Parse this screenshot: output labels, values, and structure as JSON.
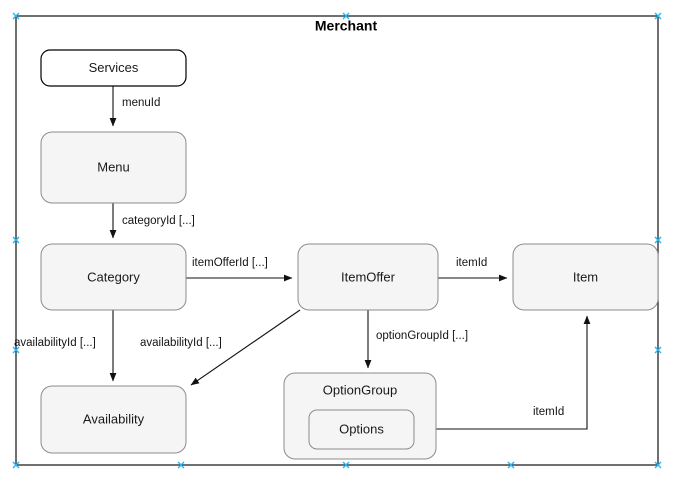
{
  "container": {
    "title": "Merchant",
    "frame_color": "#111111",
    "handle_color": "#29b6f6"
  },
  "theme": {
    "node_fill": "#f5f5f5",
    "node_stroke": "#8c8c8c",
    "root_node_fill": "#ffffff",
    "root_node_stroke": "#000000",
    "edge_color": "#111111",
    "text_color": "#1a1a1a",
    "background": "#ffffff"
  },
  "nodes": [
    {
      "id": "services",
      "label": "Services"
    },
    {
      "id": "menu",
      "label": "Menu"
    },
    {
      "id": "category",
      "label": "Category"
    },
    {
      "id": "availability",
      "label": "Availability"
    },
    {
      "id": "itemoffer",
      "label": "ItemOffer"
    },
    {
      "id": "item",
      "label": "Item"
    },
    {
      "id": "optiongroup",
      "label": "OptionGroup"
    },
    {
      "id": "options",
      "label": "Options"
    }
  ],
  "edges": [
    {
      "id": "e1",
      "from": "services",
      "to": "menu",
      "label": "menuId"
    },
    {
      "id": "e2",
      "from": "menu",
      "to": "category",
      "label": "categoryId [...]"
    },
    {
      "id": "e3",
      "from": "category",
      "to": "itemoffer",
      "label": "itemOfferId [...]"
    },
    {
      "id": "e4",
      "from": "category",
      "to": "availability",
      "label": "availabilityId [...]"
    },
    {
      "id": "e5",
      "from": "itemoffer",
      "to": "availability",
      "label": "availabilityId [...]"
    },
    {
      "id": "e6",
      "from": "itemoffer",
      "to": "item",
      "label": "itemId"
    },
    {
      "id": "e7",
      "from": "itemoffer",
      "to": "optiongroup",
      "label": "optionGroupId [...]"
    },
    {
      "id": "e8",
      "from": "options",
      "to": "item",
      "label": "itemId"
    }
  ]
}
